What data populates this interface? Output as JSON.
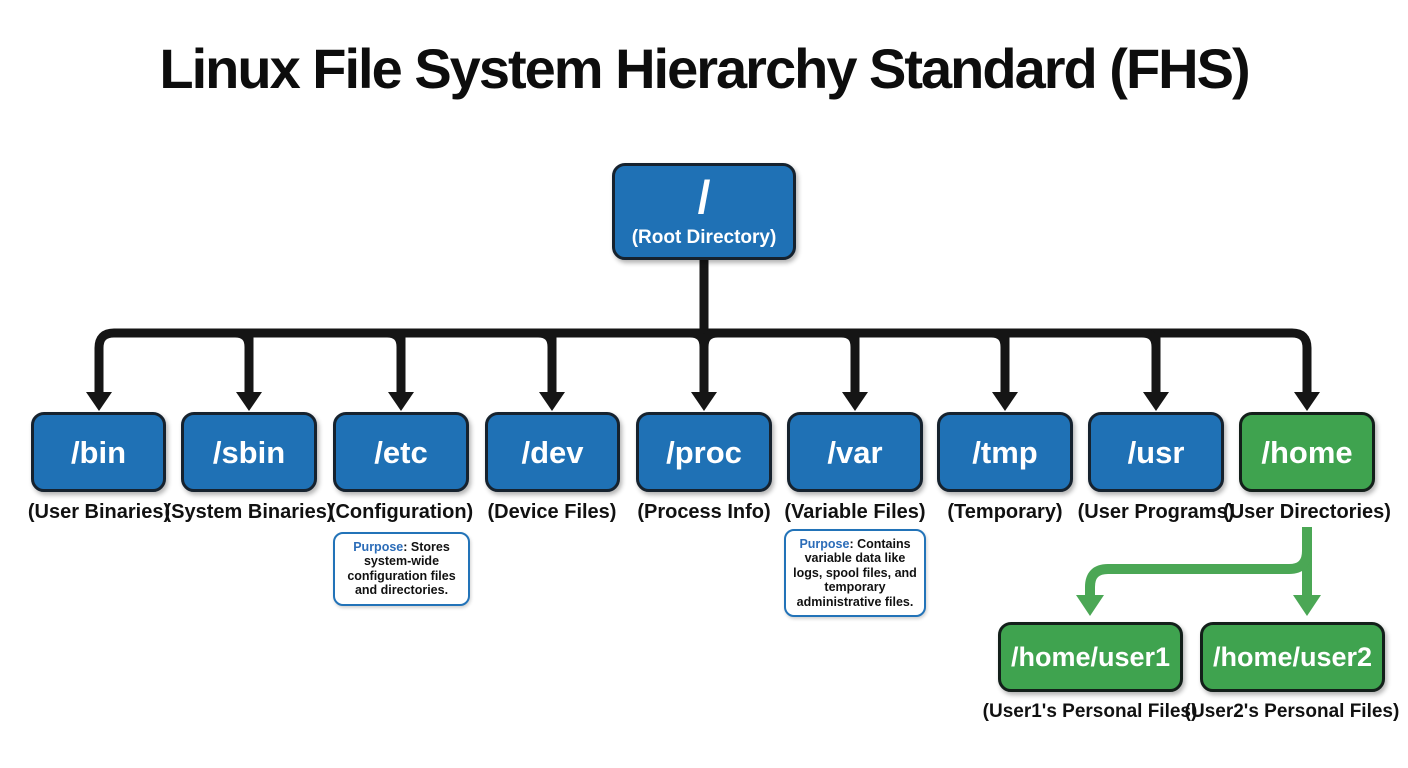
{
  "title": "Linux File System Hierarchy Standard (FHS)",
  "root": {
    "name": "/",
    "label": "(Root Directory)"
  },
  "children": [
    {
      "name": "/bin",
      "label": "(User Binaries)"
    },
    {
      "name": "/sbin",
      "label": "(System Binaries)"
    },
    {
      "name": "/etc",
      "label": "(Configuration)"
    },
    {
      "name": "/dev",
      "label": "(Device Files)"
    },
    {
      "name": "/proc",
      "label": "(Process Info)"
    },
    {
      "name": "/var",
      "label": "(Variable Files)"
    },
    {
      "name": "/tmp",
      "label": "(Temporary)"
    },
    {
      "name": "/usr",
      "label": "(User Programs)"
    },
    {
      "name": "/home",
      "label": "(User Directories)"
    }
  ],
  "purposes": {
    "etc": {
      "label": "Purpose",
      "text": ": Stores system-wide configuration files and directories."
    },
    "var": {
      "label": "Purpose",
      "text": ": Contains variable data like logs, spool files, and temporary administrative files."
    }
  },
  "home_children": [
    {
      "name": "/home/user1",
      "label": "(User1's Personal Files)"
    },
    {
      "name": "/home/user2",
      "label": "(User2's Personal Files)"
    }
  ],
  "colors": {
    "node_blue": "#1f71b5",
    "node_green": "#3fa34f",
    "connector_black": "#151515",
    "connector_green": "#4ba755",
    "purpose_accent": "#2b6cb8",
    "text_dark": "#111111"
  }
}
